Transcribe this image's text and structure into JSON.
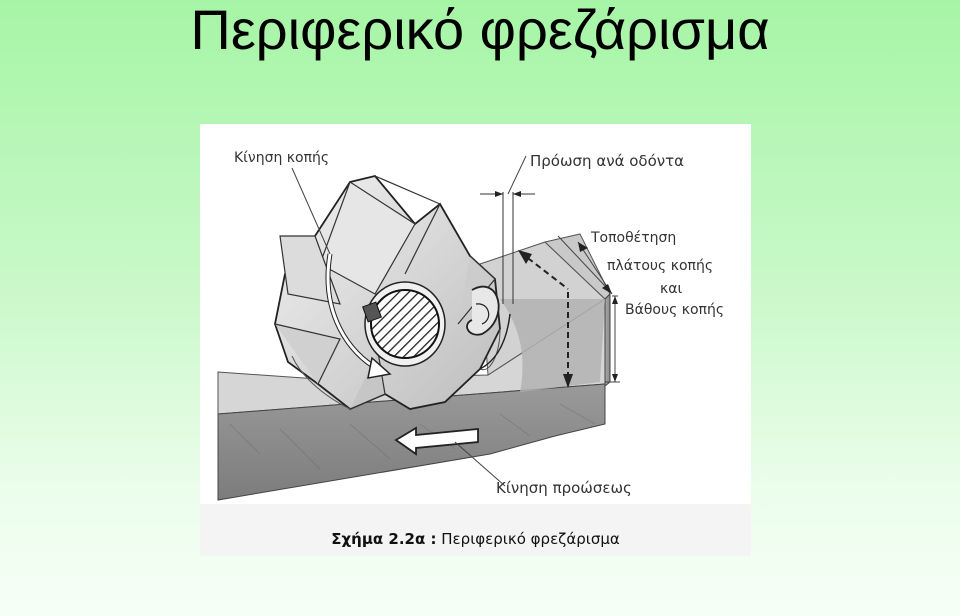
{
  "slide": {
    "title": "Περιφερικό φρεζάρισμα"
  },
  "figure": {
    "labels": {
      "cutting_motion": "Κίνηση κοπής",
      "feed_per_tooth": "Πρόωση ανά οδόντα",
      "positioning_line1": "Τοποθέτηση",
      "positioning_line2": "πλάτους κοπής",
      "positioning_line3": "και",
      "positioning_line4": "Βάθους κοπής",
      "feed_motion": "Κίνηση προώσεως"
    },
    "caption": {
      "number": "Σχήμα 2.2α :",
      "text": "Περιφερικό φρεζάρισμα"
    }
  }
}
